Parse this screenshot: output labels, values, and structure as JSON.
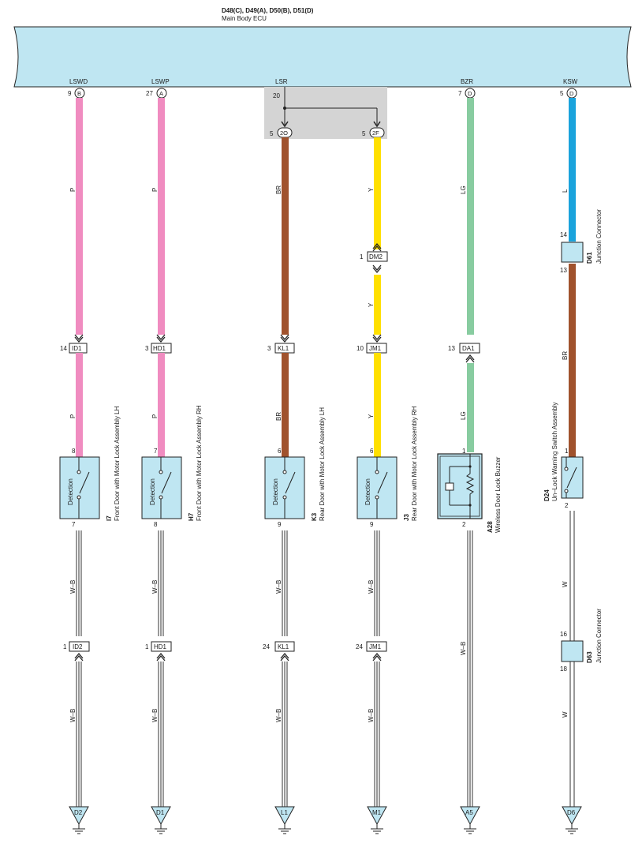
{
  "ecu": {
    "title": "D48(C), D49(A), D50(B), D51(D)",
    "subtitle": "Main Body ECU",
    "fill": "#bfe6f2"
  },
  "colors": {
    "P": "#f08cc0",
    "BR": "#a0522d",
    "Y": "#ffe000",
    "LG": "#88cca0",
    "L": "#1aa3dc",
    "WB": "#444444",
    "component_fill": "#bfe6f2",
    "shaded_box": "#d4d4d4"
  },
  "columns": [
    {
      "signal": "LSWD",
      "ecu_pin": "9",
      "ecu_conn": "B",
      "upper_wire": "P",
      "upper_color": "P",
      "connector1": {
        "pin": "14",
        "name": "ID1"
      },
      "component": {
        "code": "I7",
        "name": "Front Door with Motor Lock Assembly LH",
        "pin_top": "8",
        "pin_bottom": "7",
        "label": "Detection"
      },
      "lower_wire": "W–B",
      "connector2": {
        "pin": "1",
        "name": "ID2"
      },
      "ground_wire": "W–B",
      "ground": "D2"
    },
    {
      "signal": "LSWP",
      "ecu_pin": "27",
      "ecu_conn": "A",
      "upper_wire": "P",
      "upper_color": "P",
      "connector1": {
        "pin": "3",
        "name": "HD1"
      },
      "component": {
        "code": "H7",
        "name": "Front Door with Motor Lock Assembly RH",
        "pin_top": "7",
        "pin_bottom": "8",
        "label": "Detection"
      },
      "lower_wire": "W–B",
      "connector2": {
        "pin": "1",
        "name": "HD1"
      },
      "ground_wire": "W–B",
      "ground": "D1"
    },
    {
      "signal": "LSR",
      "ecu_pin": "20",
      "ecu_conn": "",
      "branch_pin": "5",
      "branch_conn": "2O",
      "upper_wire": "BR",
      "upper_color": "BR",
      "connector1": {
        "pin": "3",
        "name": "KL1"
      },
      "component": {
        "code": "K3",
        "name": "Rear Door with Motor Lock Assembly LH",
        "pin_top": "6",
        "pin_bottom": "9",
        "label": "Detection"
      },
      "lower_wire": "W–B",
      "connector2": {
        "pin": "24",
        "name": "KL1"
      },
      "ground_wire": "W–B",
      "ground": "L1"
    },
    {
      "signal": "",
      "ecu_pin": "",
      "ecu_conn": "",
      "branch_pin": "5",
      "branch_conn": "2F",
      "upper_wire": "Y",
      "upper_color": "Y",
      "mid_connector": {
        "pin": "1",
        "name": "DM2"
      },
      "mid_wire": "Y",
      "connector1": {
        "pin": "10",
        "name": "JM1"
      },
      "component": {
        "code": "J3",
        "name": "Rear Door with Motor Lock Assembly RH",
        "pin_top": "6",
        "pin_bottom": "9",
        "label": "Detection"
      },
      "lower_wire": "W–B",
      "connector2": {
        "pin": "24",
        "name": "JM1"
      },
      "ground_wire": "W–B",
      "ground": "M1"
    },
    {
      "signal": "BZR",
      "ecu_pin": "7",
      "ecu_conn": "D",
      "upper_wire": "LG",
      "upper_color": "LG",
      "connector1": {
        "pin": "13",
        "name": "DA1"
      },
      "component": {
        "code": "A28",
        "name": "Wireless Door Lock Buzzer",
        "pin_top": "1",
        "pin_bottom": "2",
        "label": ""
      },
      "lower_wire": "W–B",
      "ground": "A5"
    },
    {
      "signal": "KSW",
      "ecu_pin": "5",
      "ecu_conn": "D",
      "upper_wire": "L",
      "upper_color": "L",
      "junction1": {
        "code": "D61",
        "name": "Junction Connector",
        "pin_top": "14",
        "pin_bottom": "13"
      },
      "mid_wire": "BR",
      "component": {
        "code": "D24",
        "name": "Un–Lock Warning Switch Assembly",
        "pin_top": "1",
        "pin_bottom": "2"
      },
      "lower_wire": "W",
      "junction2": {
        "code": "D63",
        "name": "Junction Connector",
        "pin_top": "16",
        "pin_bottom": "18"
      },
      "ground_wire": "W",
      "ground": "D6"
    }
  ]
}
